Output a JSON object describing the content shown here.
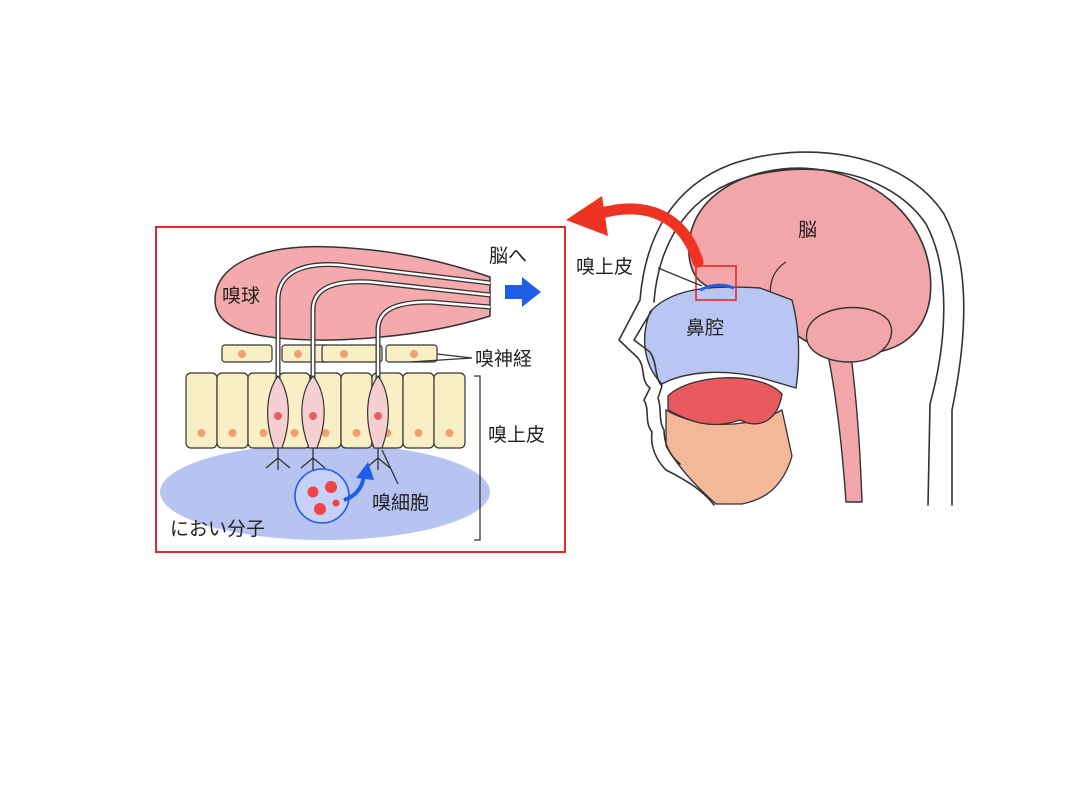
{
  "labels": {
    "olfactory_bulb": "嗅球",
    "to_brain": "脳へ",
    "olfactory_nerve": "嗅神経",
    "olfactory_epithelium_inset": "嗅上皮",
    "olfactory_cell": "嗅細胞",
    "odor_molecule": "におい分子",
    "olfactory_epithelium_head": "嗅上皮",
    "nasal_cavity": "鼻腔",
    "brain": "脳"
  },
  "colors": {
    "frame_red": "#e02a2a",
    "arrow_red": "#ee3322",
    "arrow_blue": "#1f5ee8",
    "brain_pink": "#f2a6aa",
    "bulb_pink": "#f4a9ad",
    "nasal_blue": "#b9c5f2",
    "mucus_blue": "#b7c3f0",
    "cell_yellow": "#f8efc4",
    "nucleus_orange": "#f0a070",
    "receptor_pink": "#f6cfd3",
    "nucleus_red": "#e2606a",
    "molecule_red": "#ee4444",
    "tongue_red": "#e85a5e",
    "throat_orange": "#f3b79a"
  }
}
